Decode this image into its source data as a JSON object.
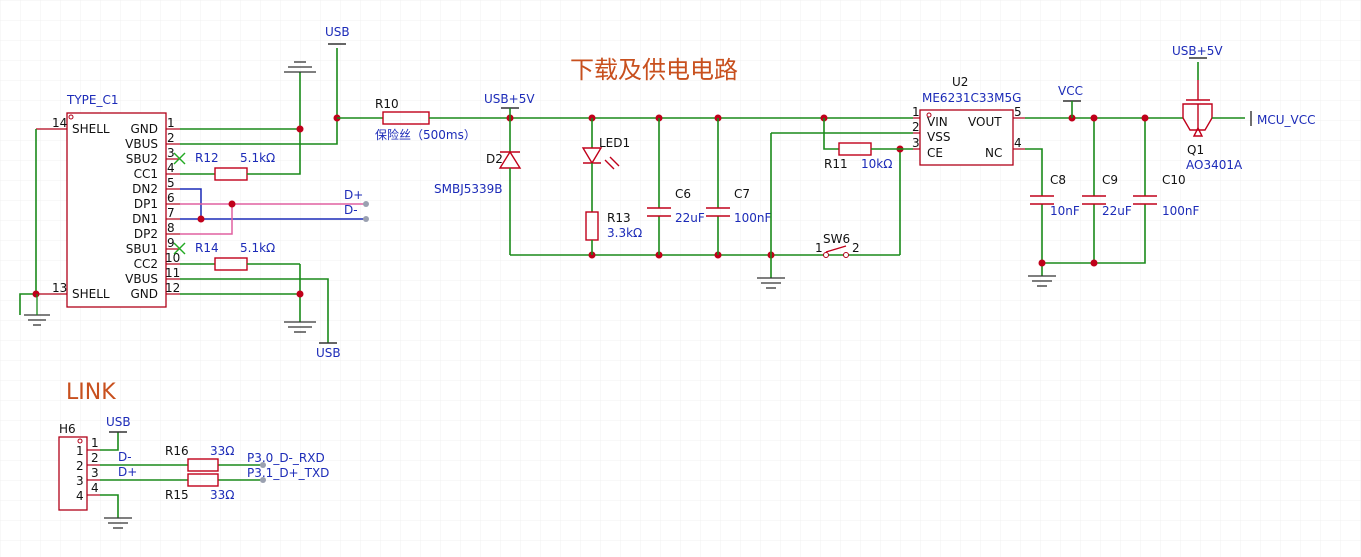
{
  "title_main": "下载及供电电路",
  "title_link": "LINK",
  "colors": {
    "wire": "#1a8a1a",
    "component": "#c0001a",
    "net_label": "#1c2bb8",
    "title": "#c8501e"
  },
  "connector": {
    "ref": "TYPE_C1",
    "left_pins": [
      {
        "num": "14",
        "name": "SHELL"
      },
      {
        "num": "13",
        "name": "SHELL"
      }
    ],
    "right_pins": [
      {
        "num": "1",
        "name": "GND"
      },
      {
        "num": "2",
        "name": "VBUS"
      },
      {
        "num": "3",
        "name": "SBU2"
      },
      {
        "num": "4",
        "name": "CC1"
      },
      {
        "num": "5",
        "name": "DN2"
      },
      {
        "num": "6",
        "name": "DP1"
      },
      {
        "num": "7",
        "name": "DN1"
      },
      {
        "num": "8",
        "name": "DP2"
      },
      {
        "num": "9",
        "name": "SBU1"
      },
      {
        "num": "10",
        "name": "CC2"
      },
      {
        "num": "11",
        "name": "VBUS"
      },
      {
        "num": "12",
        "name": "GND"
      }
    ]
  },
  "nets": {
    "usb_top": "USB",
    "usb_bottom": "USB",
    "usb5v_d2": "USB+5V",
    "usb5v_q1": "USB+5V",
    "vcc": "VCC",
    "mcu_vcc": "MCU_VCC",
    "dplus": "D+",
    "dminus": "D-",
    "link_usb": "USB",
    "link_dminus": "D-",
    "link_dplus": "D+",
    "p30": "P3.0_D-_RXD",
    "p31": "P3.1_D+_TXD"
  },
  "components": {
    "R10": {
      "ref": "R10",
      "value": "保险丝（500ms）"
    },
    "R12": {
      "ref": "R12",
      "value": "5.1kΩ"
    },
    "R14": {
      "ref": "R14",
      "value": "5.1kΩ"
    },
    "D2": {
      "ref": "D2",
      "value": "SMBJ5339B"
    },
    "LED1": {
      "ref": "LED1"
    },
    "R13": {
      "ref": "R13",
      "value": "3.3kΩ"
    },
    "C6": {
      "ref": "C6",
      "value": "22uF"
    },
    "C7": {
      "ref": "C7",
      "value": "100nF"
    },
    "R11": {
      "ref": "R11",
      "value": "10kΩ"
    },
    "SW6": {
      "ref": "SW6",
      "pin1": "1",
      "pin2": "2"
    },
    "U2": {
      "ref": "U2",
      "value": "ME6231C33M5G",
      "pins": [
        {
          "num": "1",
          "name": "VIN"
        },
        {
          "num": "2",
          "name": "VSS"
        },
        {
          "num": "3",
          "name": "CE"
        },
        {
          "num": "5",
          "name": "VOUT"
        },
        {
          "num": "4",
          "name": "NC"
        }
      ]
    },
    "C8": {
      "ref": "C8",
      "value": "10nF"
    },
    "C9": {
      "ref": "C9",
      "value": "22uF"
    },
    "C10": {
      "ref": "C10",
      "value": "100nF"
    },
    "Q1": {
      "ref": "Q1",
      "value": "AO3401A"
    },
    "H6": {
      "ref": "H6",
      "pins": [
        "1",
        "2",
        "3",
        "4"
      ]
    },
    "R16": {
      "ref": "R16",
      "value": "33Ω"
    },
    "R15": {
      "ref": "R15",
      "value": "33Ω"
    }
  }
}
